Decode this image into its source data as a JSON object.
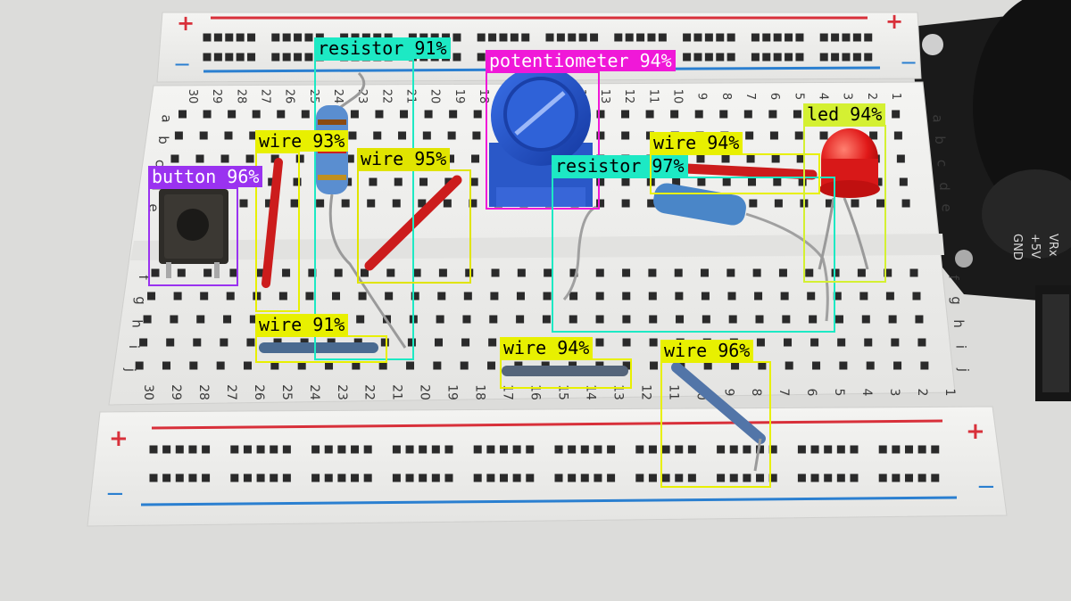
{
  "detections": [
    {
      "label": "resistor",
      "score": "91%",
      "color": "#1de9c4",
      "text_color": "#000000"
    },
    {
      "label": "potentiometer",
      "score": "94%",
      "color": "#f018d8",
      "text_color": "#ffffff"
    },
    {
      "label": "wire",
      "score": "93%",
      "color": "#e8f000",
      "text_color": "#000000"
    },
    {
      "label": "wire",
      "score": "95%",
      "color": "#e0e400",
      "text_color": "#000000"
    },
    {
      "label": "button",
      "score": "96%",
      "color": "#9a32f0",
      "text_color": "#ffffff"
    },
    {
      "label": "resistor",
      "score": "97%",
      "color": "#1de9c4",
      "text_color": "#000000"
    },
    {
      "label": "wire",
      "score": "94%",
      "color": "#e8f000",
      "text_color": "#000000"
    },
    {
      "label": "led",
      "score": "94%",
      "color": "#d4f032",
      "text_color": "#000000"
    },
    {
      "label": "wire",
      "score": "91%",
      "color": "#e8f000",
      "text_color": "#000000"
    },
    {
      "label": "wire",
      "score": "94%",
      "color": "#e8f000",
      "text_color": "#000000"
    },
    {
      "label": "wire",
      "score": "96%",
      "color": "#e8f000",
      "text_color": "#000000"
    }
  ],
  "breadboard": {
    "row_letters": [
      "a",
      "b",
      "c",
      "d",
      "e",
      "f",
      "g",
      "h",
      "i",
      "j"
    ],
    "column_numbers": [
      30,
      29,
      28,
      27,
      26,
      25,
      24,
      23,
      22,
      21,
      20,
      19,
      18,
      17,
      16,
      15,
      14,
      13,
      12,
      11,
      10,
      9,
      8,
      7,
      6,
      5,
      4,
      3,
      2,
      1
    ],
    "rail_plus": "+",
    "rail_minus": "−",
    "rail_red": "#d8303a",
    "rail_blue": "#2a7fd0"
  },
  "module_pins": [
    "GND",
    "+5V",
    "VRx"
  ]
}
